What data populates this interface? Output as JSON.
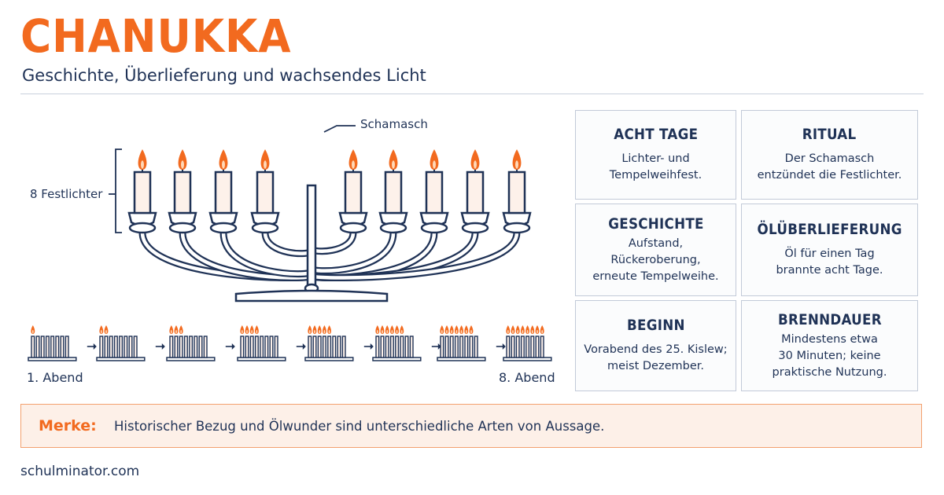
{
  "header": {
    "title": "CHANUKKA",
    "subtitle": "Geschichte, Überlieferung und wachsendes Licht"
  },
  "menorah": {
    "shamash_label": "Schamasch",
    "festival_lights_label": "8 Festlichter"
  },
  "progression": {
    "start_label": "1. Abend",
    "end_label": "8. Abend",
    "lit_counts": [
      1,
      2,
      3,
      4,
      5,
      6,
      7,
      8
    ]
  },
  "cards": [
    {
      "title": "ACHT TAGE",
      "lines": [
        "Lichter- und",
        "Tempelweihfest."
      ]
    },
    {
      "title": "RITUAL",
      "lines": [
        "Der Schamasch",
        "entzündet die Festlichter."
      ]
    },
    {
      "title": "GESCHICHTE",
      "lines": [
        "Aufstand,",
        "Rückeroberung,",
        "erneute Tempelweihe."
      ]
    },
    {
      "title": "ÖLÜBERLIEFERUNG",
      "lines": [
        "Öl für einen Tag",
        "brannte acht Tage."
      ]
    },
    {
      "title": "BEGINN",
      "lines": [
        "Vorabend des 25. Kislew;",
        "meist Dezember."
      ]
    },
    {
      "title": "BRENNDAUER",
      "lines": [
        "Mindestens etwa",
        "30 Minuten; keine",
        "praktische Nutzung."
      ]
    }
  ],
  "note": {
    "label": "Merke:",
    "text": "Historischer Bezug und Ölwunder sind unterschiedliche Arten von Aussage."
  },
  "footer": {
    "site": "schulminator.com"
  },
  "colors": {
    "accent": "#f26a1f",
    "navy": "#1f3256",
    "candle_fill": "#fdf1ea",
    "note_bg": "#fdf0e8"
  }
}
